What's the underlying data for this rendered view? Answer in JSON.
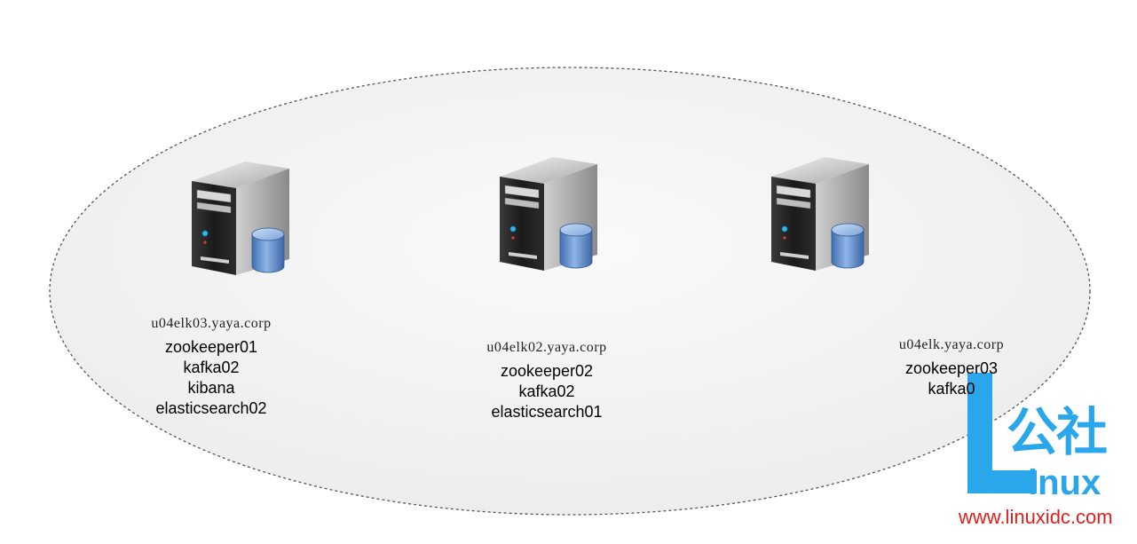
{
  "nodes": [
    {
      "hostname": "u04elk03.yaya.corp",
      "services": [
        "zookeeper01",
        "kafka02",
        "kibana",
        "elasticsearch02"
      ]
    },
    {
      "hostname": "u04elk02.yaya.corp",
      "services": [
        "zookeeper02",
        "kafka02",
        "elasticsearch01"
      ]
    },
    {
      "hostname": "u04elk.yaya.corp",
      "services": [
        "zookeeper03",
        "kafka0"
      ]
    }
  ],
  "watermark": {
    "cn_text": "公社",
    "letter_text": "inux",
    "url": "www.linuxidc.com"
  },
  "colors": {
    "cluster_fill": "#f3f3f3",
    "cluster_border": "#555555",
    "disk": "#5b8ccc",
    "watermark_blue": "#2aa6ea",
    "watermark_red": "#e02020"
  },
  "icons": [
    "server-icon",
    "database-icon"
  ]
}
